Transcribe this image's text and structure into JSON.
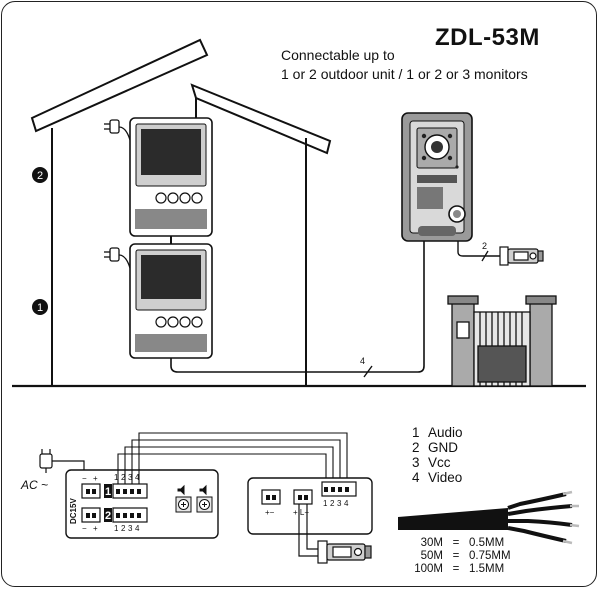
{
  "title": "ZDL-53M",
  "subtitle_line1": "Connectable up to",
  "subtitle_line2": "1 or 2 outdoor unit / 1 or 2 or 3 monitors",
  "markers": {
    "floor2": "2",
    "floor1": "1"
  },
  "cable_counts": {
    "indoor_cable": "4",
    "lock_cable": "2"
  },
  "power": {
    "ac_label": "AC ~",
    "dc_label": "DC15V",
    "minus": "−",
    "plus": "+"
  },
  "monitor_terminals": {
    "block1_label": "1",
    "block2_label": "2",
    "pins": [
      "1",
      "2",
      "3",
      "4"
    ]
  },
  "outdoor_terminals": {
    "left_label": "+−",
    "lock_label": "+  L−",
    "pins": [
      "1",
      "2",
      "3",
      "4"
    ]
  },
  "legend": [
    {
      "num": "1",
      "name": "Audio"
    },
    {
      "num": "2",
      "name": "GND"
    },
    {
      "num": "3",
      "name": "Vcc"
    },
    {
      "num": "4",
      "name": "Video"
    }
  ],
  "cable_specs": [
    {
      "length": "30M",
      "eq": "=",
      "gauge": "0.5MM"
    },
    {
      "length": "50M",
      "eq": "=",
      "gauge": "0.75MM"
    },
    {
      "length": "100M",
      "eq": "=",
      "gauge": "1.5MM"
    }
  ],
  "colors": {
    "line": "#111111",
    "screen": "#2b2b2b",
    "panel": "#e6e6e6",
    "unit": "#9a9a9a"
  }
}
